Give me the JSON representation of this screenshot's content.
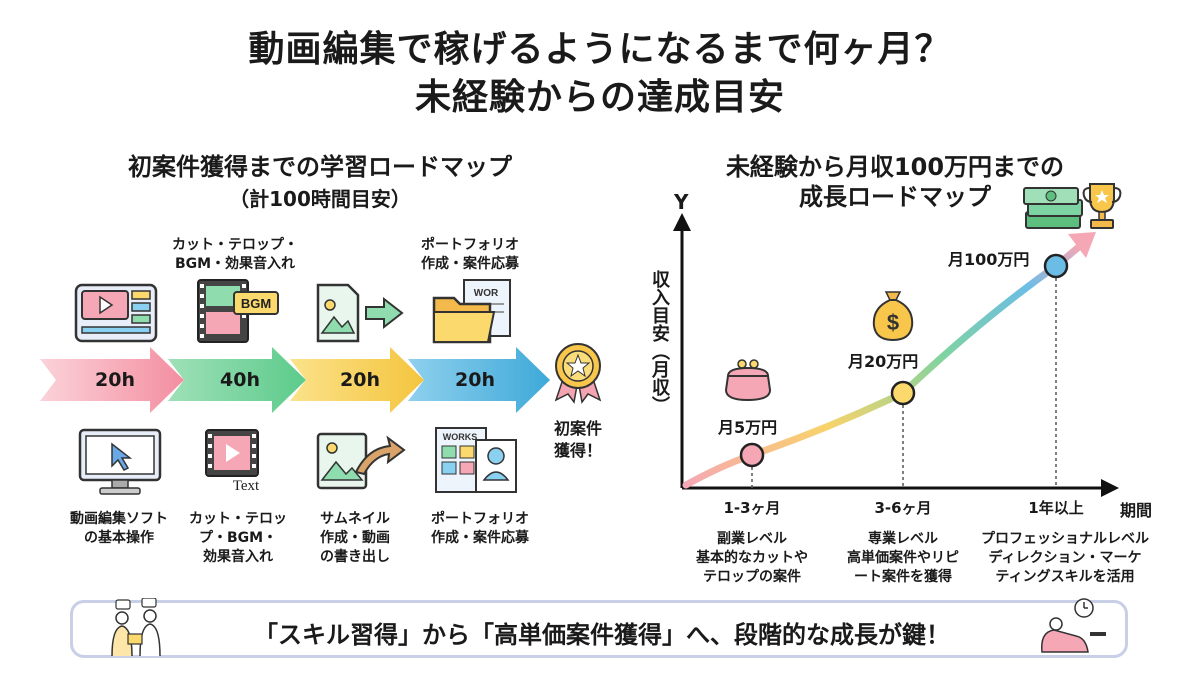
{
  "title": {
    "line1": "動画編集で稼げるようになるまで何ヶ月？",
    "line2": "未経験からの達成目安"
  },
  "left": {
    "heading": "初案件獲得までの学習ロードマップ",
    "subheading": "（計100時間目安）",
    "top_labels": [
      {
        "line1": "カット・テロップ・",
        "line2": "BGM・効果音入れ"
      },
      {
        "line1": "ポートフォリオ",
        "line2": "作成・案件応募"
      }
    ],
    "icon_texts": {
      "bgm": "BGM",
      "wor": "WOR",
      "works": "WORKS",
      "text": "Text"
    },
    "steps": [
      {
        "hours": "20h",
        "color": "#f59aa8"
      },
      {
        "hours": "40h",
        "color": "#7dd3a0"
      },
      {
        "hours": "20h",
        "color": "#f7d35e"
      },
      {
        "hours": "20h",
        "color": "#5fb8e0"
      }
    ],
    "bottom_labels": [
      {
        "line1": "動画編集ソフト",
        "line2": "の基本操作",
        "line3": ""
      },
      {
        "line1": "カット・テロッ",
        "line2": "プ・BGM・",
        "line3": "効果音入れ"
      },
      {
        "line1": "サムネイル",
        "line2": "作成・動画",
        "line3": "の書き出し"
      },
      {
        "line1": "ポートフォリオ",
        "line2": "作成・案件応募",
        "line3": ""
      }
    ],
    "goal": {
      "line1": "初案件",
      "line2": "獲得！"
    }
  },
  "right": {
    "heading_line1": "未経験から月収100万円までの",
    "heading_line2": "成長ロードマップ",
    "y_axis_letter": "Y",
    "y_axis_label": "収入目安（月収）",
    "x_axis_label": "期間",
    "milestones": [
      {
        "income": "月5万円",
        "period": "1-3ヶ月",
        "level": "副業レベル",
        "desc1": "基本的なカットや",
        "desc2": "テロップの案件"
      },
      {
        "income": "月20万円",
        "period": "3-6ヶ月",
        "level": "専業レベル",
        "desc1": "高単価案件やリピ",
        "desc2": "ート案件を獲得"
      },
      {
        "income": "月100万円",
        "period": "1年以上",
        "level": "プロフェッショナルレベル",
        "desc1": "ディレクション・マーケ",
        "desc2": "ティングスキルを活用"
      }
    ],
    "money_symbol": "$"
  },
  "banner": {
    "text": "「スキル習得」から「高単価案件獲得」へ、段階的な成長が鍵！"
  }
}
